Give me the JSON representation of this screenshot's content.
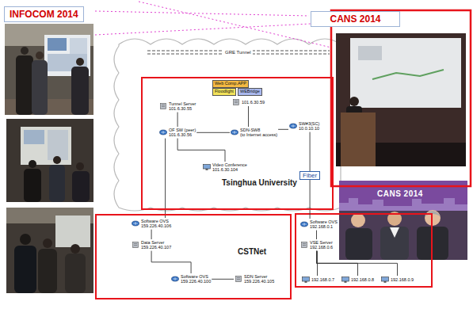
{
  "diagram": {
    "nodes": [
      {
        "text": [
          "INFOCOM 2014"
        ]
      },
      {
        "text": [
          "CANS 2014"
        ]
      },
      {
        "text": [
          "Tsinghua University"
        ]
      },
      {
        "text": [
          "Web Comp.APP"
        ],
        "in": 2
      },
      {
        "text": [
          "Floodlight"
        ],
        "in": 2
      },
      {
        "text": [
          "WEBridge"
        ],
        "in": 2
      },
      {
        "text": [
          "Tunnel Server",
          "101.6.30.55"
        ],
        "in": 2
      },
      {
        "text": [
          "101.6.30.59"
        ],
        "in": 2
      },
      {
        "text": [
          "OF SW (peer)",
          "101.6.30.56"
        ],
        "in": 2
      },
      {
        "text": [
          "SDN-SW8",
          "(to Internet access)"
        ],
        "in": 2
      },
      {
        "text": [
          "SW#3(SC)",
          "10.0.10.10"
        ],
        "in": 2
      },
      {
        "text": [
          "Video Conference",
          "101.6.30.104"
        ],
        "in": 2
      },
      {
        "text": [
          "CSTNet"
        ]
      },
      {
        "text": [
          "Software OVS",
          "159.226.40.106"
        ],
        "in": 12
      },
      {
        "text": [
          "Data Server",
          "159.226.40.107"
        ],
        "in": 12
      },
      {
        "text": [
          "Software OVS",
          "159.226.40.100"
        ],
        "in": 12
      },
      {
        "text": [
          "SDN Server",
          "159.226.40.105"
        ],
        "in": 12
      },
      {
        "text": [
          "Software OVS",
          "192.168.0.1"
        ]
      },
      {
        "text": [
          "VSE Server",
          "192.168.0.6"
        ]
      },
      {
        "text": [
          "192.168.0.7"
        ]
      },
      {
        "text": [
          "192.168.0.8"
        ]
      },
      {
        "text": [
          "192.168.0.9"
        ]
      }
    ],
    "edges": [
      {
        "from": 6,
        "to": 8,
        "arrow": "none"
      },
      {
        "from": 7,
        "to": 9,
        "arrow": "none"
      },
      {
        "from": 8,
        "to": 9,
        "arrow": "none"
      },
      {
        "from": 9,
        "to": 10,
        "arrow": "none"
      },
      {
        "from": 8,
        "to": 11,
        "arrow": "none"
      },
      {
        "from": 8,
        "to": 13,
        "arrow": "none"
      },
      {
        "from": 13,
        "to": 14,
        "arrow": "none"
      },
      {
        "from": 14,
        "to": 15,
        "arrow": "none"
      },
      {
        "from": 15,
        "to": 16,
        "arrow": "none"
      },
      {
        "from": 10,
        "to": 17,
        "label": "Fiber",
        "arrow": "none"
      },
      {
        "from": 17,
        "to": 18,
        "arrow": "none"
      },
      {
        "from": 18,
        "to": 19,
        "arrow": "none"
      },
      {
        "from": 18,
        "to": 20,
        "arrow": "none"
      },
      {
        "from": 18,
        "to": 21,
        "arrow": "none"
      }
    ],
    "labels": [
      "GRE Tunnel",
      "CANS 2014"
    ]
  }
}
